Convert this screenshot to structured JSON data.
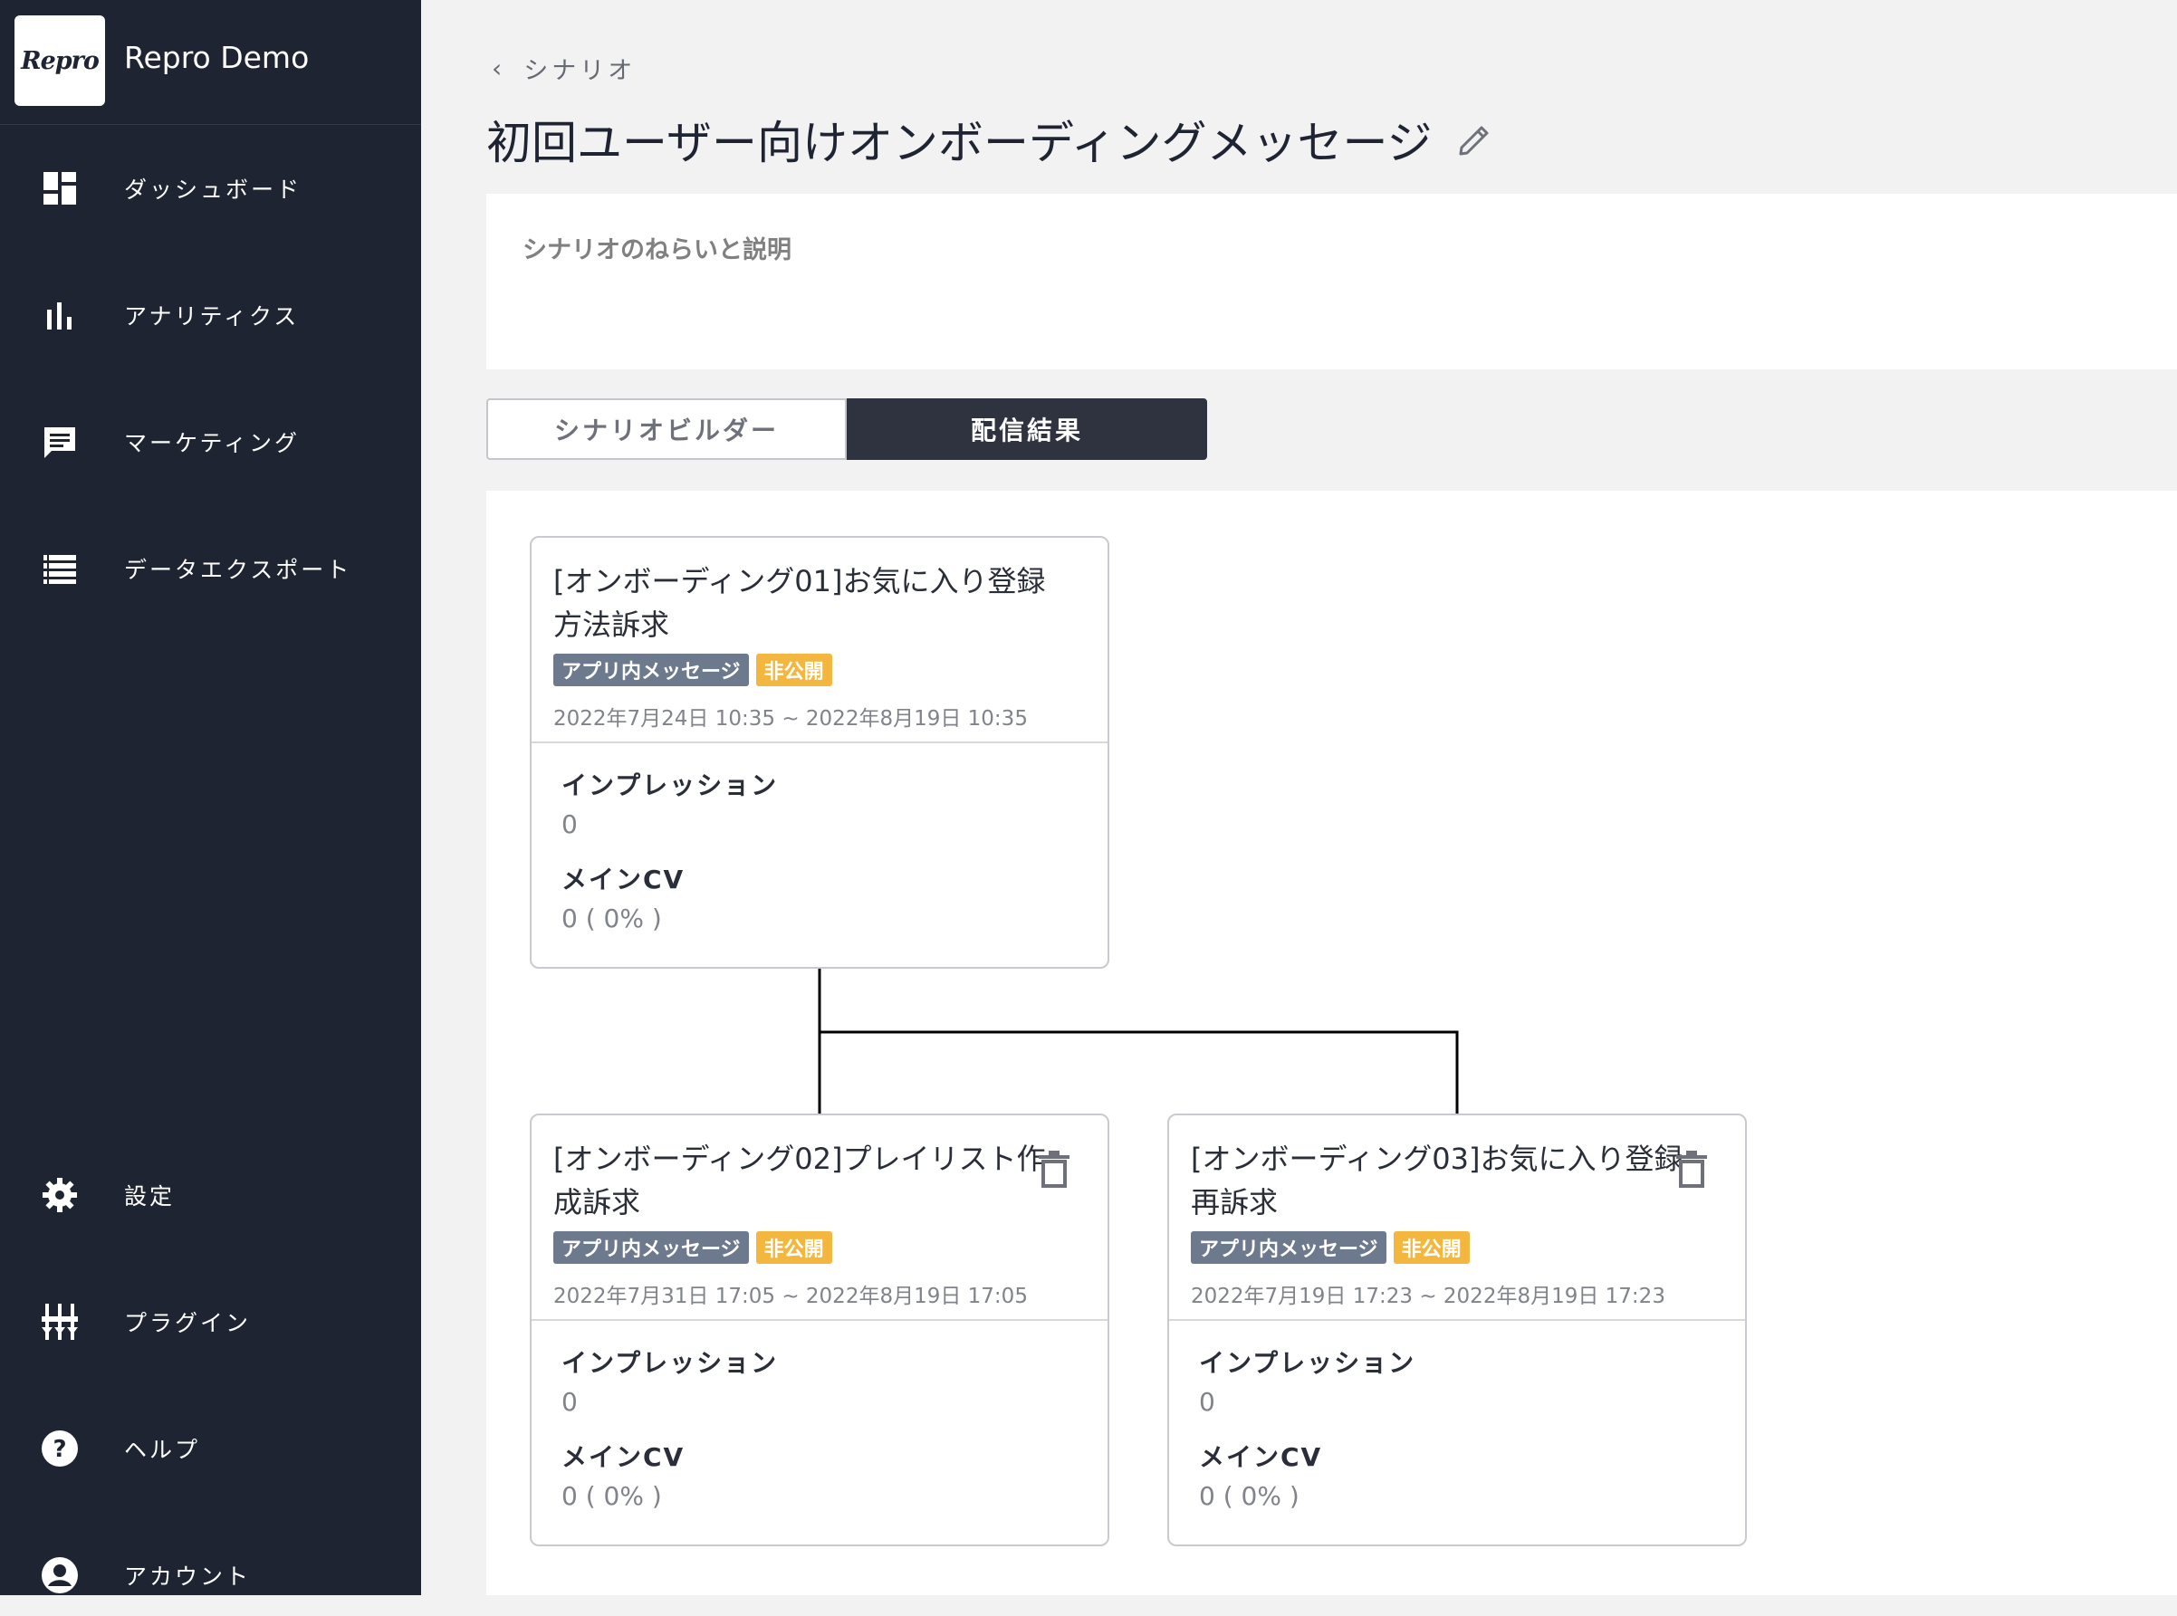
{
  "brand": {
    "logo_text": "Repro",
    "name": "Repro Demo"
  },
  "sidebar": {
    "items": [
      {
        "label": "ダッシュボード",
        "icon": "dashboard-icon"
      },
      {
        "label": "アナリティクス",
        "icon": "bar-chart-icon"
      },
      {
        "label": "マーケティング",
        "icon": "message-icon"
      },
      {
        "label": "データエクスポート",
        "icon": "list-icon"
      }
    ],
    "bottom_items": [
      {
        "label": "設定",
        "icon": "gear-icon"
      },
      {
        "label": "プラグイン",
        "icon": "plugin-icon"
      },
      {
        "label": "ヘルプ",
        "icon": "help-icon"
      },
      {
        "label": "アカウント",
        "icon": "account-icon"
      }
    ]
  },
  "breadcrumb": {
    "back_label": "シナリオ"
  },
  "page": {
    "title": "初回ユーザー向けオンボーディングメッセージ"
  },
  "description": {
    "label": "シナリオのねらいと説明"
  },
  "tabs": [
    {
      "label": "シナリオビルダー",
      "active": false
    },
    {
      "label": "配信結果",
      "active": true
    }
  ],
  "metric_labels": {
    "impressions": "インプレッション",
    "main_cv": "メインCV"
  },
  "cards": [
    {
      "title": "[オンボーディング01]お気に入り登録方法訴求",
      "type_badge": "アプリ内メッセージ",
      "status_badge": "非公開",
      "period": "2022年7月24日 10:35 ~ 2022年8月19日 10:35",
      "impressions": "0",
      "main_cv": "0 ( 0% )"
    },
    {
      "title": "[オンボーディング02]プレイリスト作成訴求",
      "type_badge": "アプリ内メッセージ",
      "status_badge": "非公開",
      "period": "2022年7月31日 17:05 ~ 2022年8月19日 17:05",
      "impressions": "0",
      "main_cv": "0 ( 0% )"
    },
    {
      "title": "[オンボーディング03]お気に入り登録再訴求",
      "type_badge": "アプリ内メッセージ",
      "status_badge": "非公開",
      "period": "2022年7月19日 17:23 ~ 2022年8月19日 17:23",
      "impressions": "0",
      "main_cv": "0 ( 0% )"
    }
  ],
  "colors": {
    "sidebar_bg": "#1f2433",
    "active_tab_bg": "#2f333f",
    "type_badge": "#6d7a8e",
    "status_badge": "#f3b63f"
  }
}
